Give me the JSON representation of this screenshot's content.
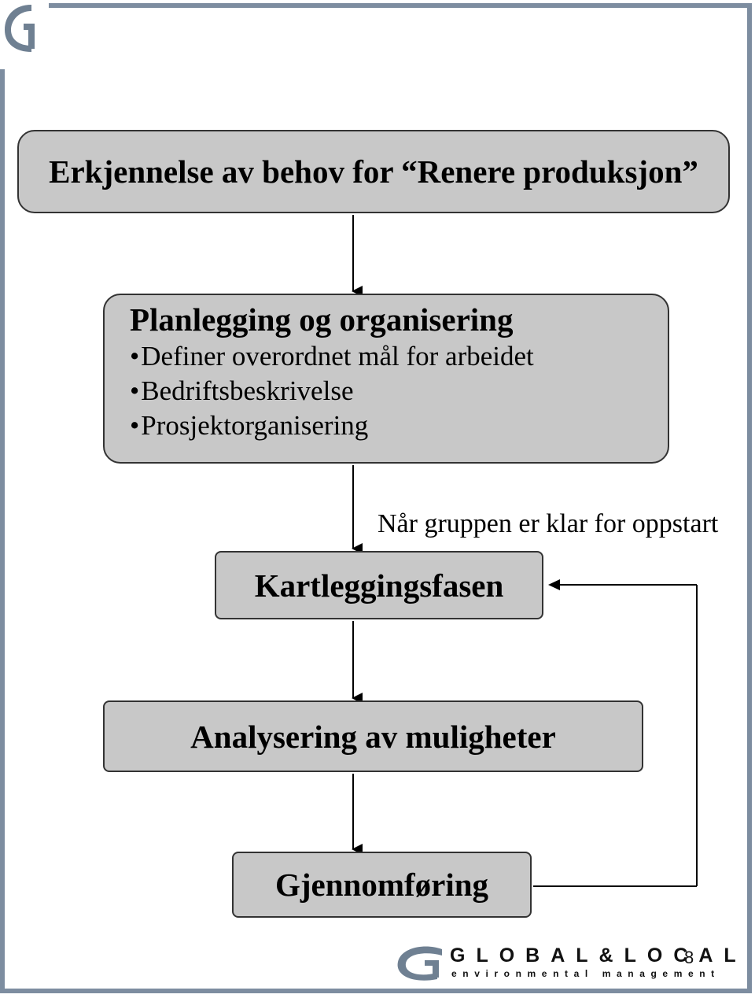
{
  "boxes": {
    "need": {
      "title": "Erkjennelse av behov for “Renere produksjon”"
    },
    "planning": {
      "title": "Planlegging og organisering",
      "bullets": [
        "Definer overordnet mål for arbeidet",
        "Bedriftsbeskrivelse",
        "Prosjektorganisering"
      ]
    },
    "mapping": {
      "title": "Kartleggingsfasen"
    },
    "analysis": {
      "title": "Analysering av muligheter"
    },
    "execution": {
      "title": "Gjennomføring"
    }
  },
  "note": "Når gruppen er klar for oppstart",
  "brand": {
    "name": "GLOBAL&LOCAL",
    "tagline": "environmental management"
  },
  "page_number": "8",
  "colors": {
    "box_fill": "#c8c8c8",
    "frame": "#7d8da0",
    "logo": "#6f8092"
  }
}
